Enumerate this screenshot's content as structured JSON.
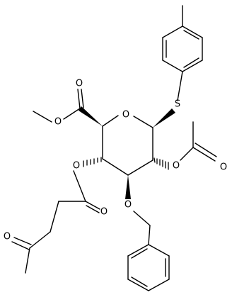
{
  "molecule": {
    "atom_labels": {
      "ring_oxygen": "O",
      "thio_sulfur": "S",
      "ester_carbonyl_oxygen": "O",
      "ester_methoxy_oxygen": "O",
      "acetyl_link_oxygen": "O",
      "acetyl_carbonyl_oxygen": "O",
      "levulinoyl_link_oxygen": "O",
      "levulinoyl_carbonyl_oxygen": "O",
      "ketone_oxygen": "O",
      "benzyl_link_oxygen": "O"
    }
  }
}
